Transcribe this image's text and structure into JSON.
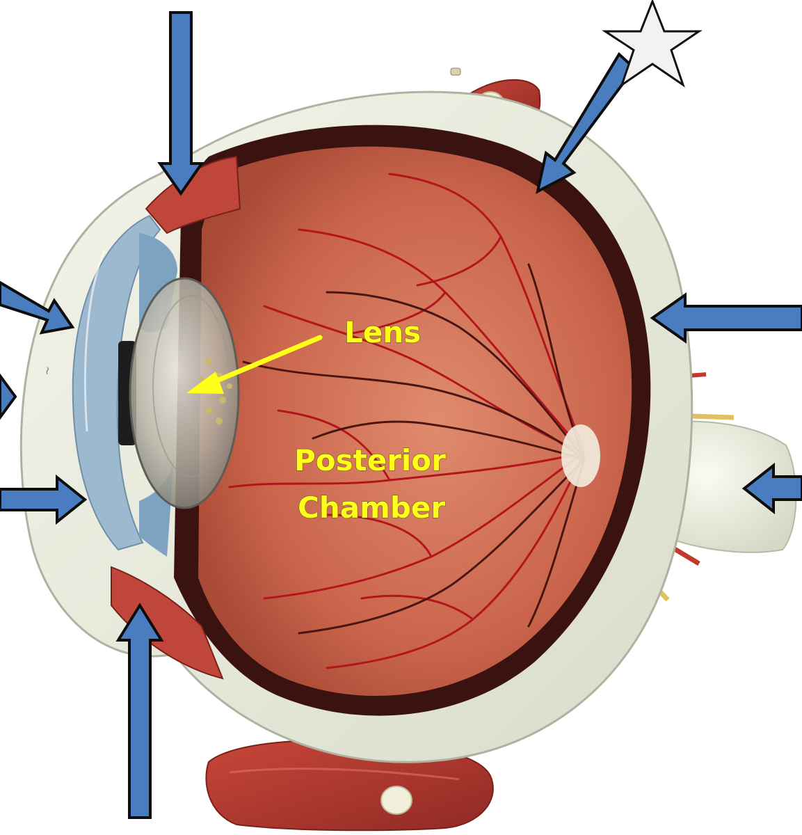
{
  "labels": {
    "lens": "Lens",
    "posterior_line1": "Posterior",
    "posterior_line2": "Chamber"
  },
  "colors": {
    "label_yellow": "#ffff1a",
    "arrow_blue": "#4a7cc0",
    "arrow_outline": "#0d0d0d",
    "sclera": "#eef0e0",
    "choroid": "#3a1210",
    "retina": "#c96a52",
    "vessel": "#b4141c",
    "muscle": "#b43a30",
    "cornea": "#9db9cf"
  },
  "icons": {
    "marker": "star-icon"
  }
}
